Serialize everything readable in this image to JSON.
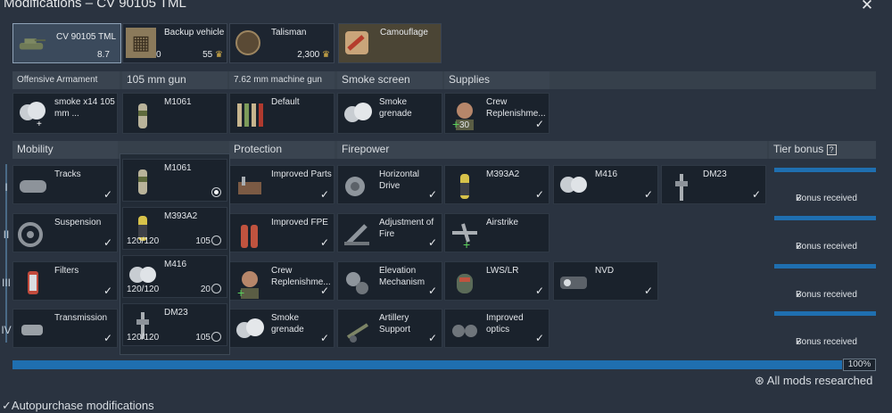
{
  "window": {
    "title": "Modifications – CV 90105 TML",
    "close": "✕"
  },
  "top": {
    "vehicle": {
      "name": "CV 90105 TML",
      "br": "8.7"
    },
    "backup": {
      "label": "Backup vehicle",
      "count": "0",
      "price": "55"
    },
    "talisman": {
      "label": "Talisman",
      "price": "2,300"
    },
    "camouflage": {
      "label": "Camouflage"
    }
  },
  "headers": {
    "offensive": "Offensive Armament",
    "gun": "105 mm gun",
    "mg": "7.62 mm machine gun",
    "smoke": "Smoke screen",
    "supplies": "Supplies",
    "mobility": "Mobility",
    "protection": "Protection",
    "firepower": "Firepower",
    "tier_bonus": "Tier bonus",
    "tier_help": "?"
  },
  "row1": {
    "smoke": "smoke x14 105 mm ...",
    "gun": "M1061",
    "mg": "Default",
    "grenade": "Smoke grenade",
    "crew": "Crew Replenishme...",
    "crew_count": "30"
  },
  "dropdown": [
    {
      "label": "M1061",
      "count": "",
      "rp": ""
    },
    {
      "label": "M393A2",
      "count": "120/120",
      "rp": "105"
    },
    {
      "label": "M416",
      "count": "120/120",
      "rp": "20"
    },
    {
      "label": "DM23",
      "count": "120/120",
      "rp": "105"
    }
  ],
  "tiers": [
    "I",
    "II",
    "III",
    "IV"
  ],
  "mobility": [
    "Tracks",
    "Suspension",
    "Filters",
    "Transmission"
  ],
  "protection": [
    "Improved Parts",
    "Improved FPE",
    "Crew Replenishme...",
    "Smoke grenade"
  ],
  "firepower": [
    [
      "Horizontal Drive",
      "M393A2",
      "M416",
      "DM23"
    ],
    [
      "Adjustment of Fire",
      "Airstrike"
    ],
    [
      "Elevation Mechanism",
      "LWS/LR",
      "NVD"
    ],
    [
      "Artillery Support",
      "Improved optics"
    ]
  ],
  "bonus": "Bonus received",
  "progress": {
    "value": 100,
    "label": "100%"
  },
  "researched": "All mods researched",
  "autopurchase": "Autopurchase modifications",
  "colors": {
    "accent": "#1f6fb0",
    "background": "#2a3340",
    "card": "#1a222c"
  }
}
